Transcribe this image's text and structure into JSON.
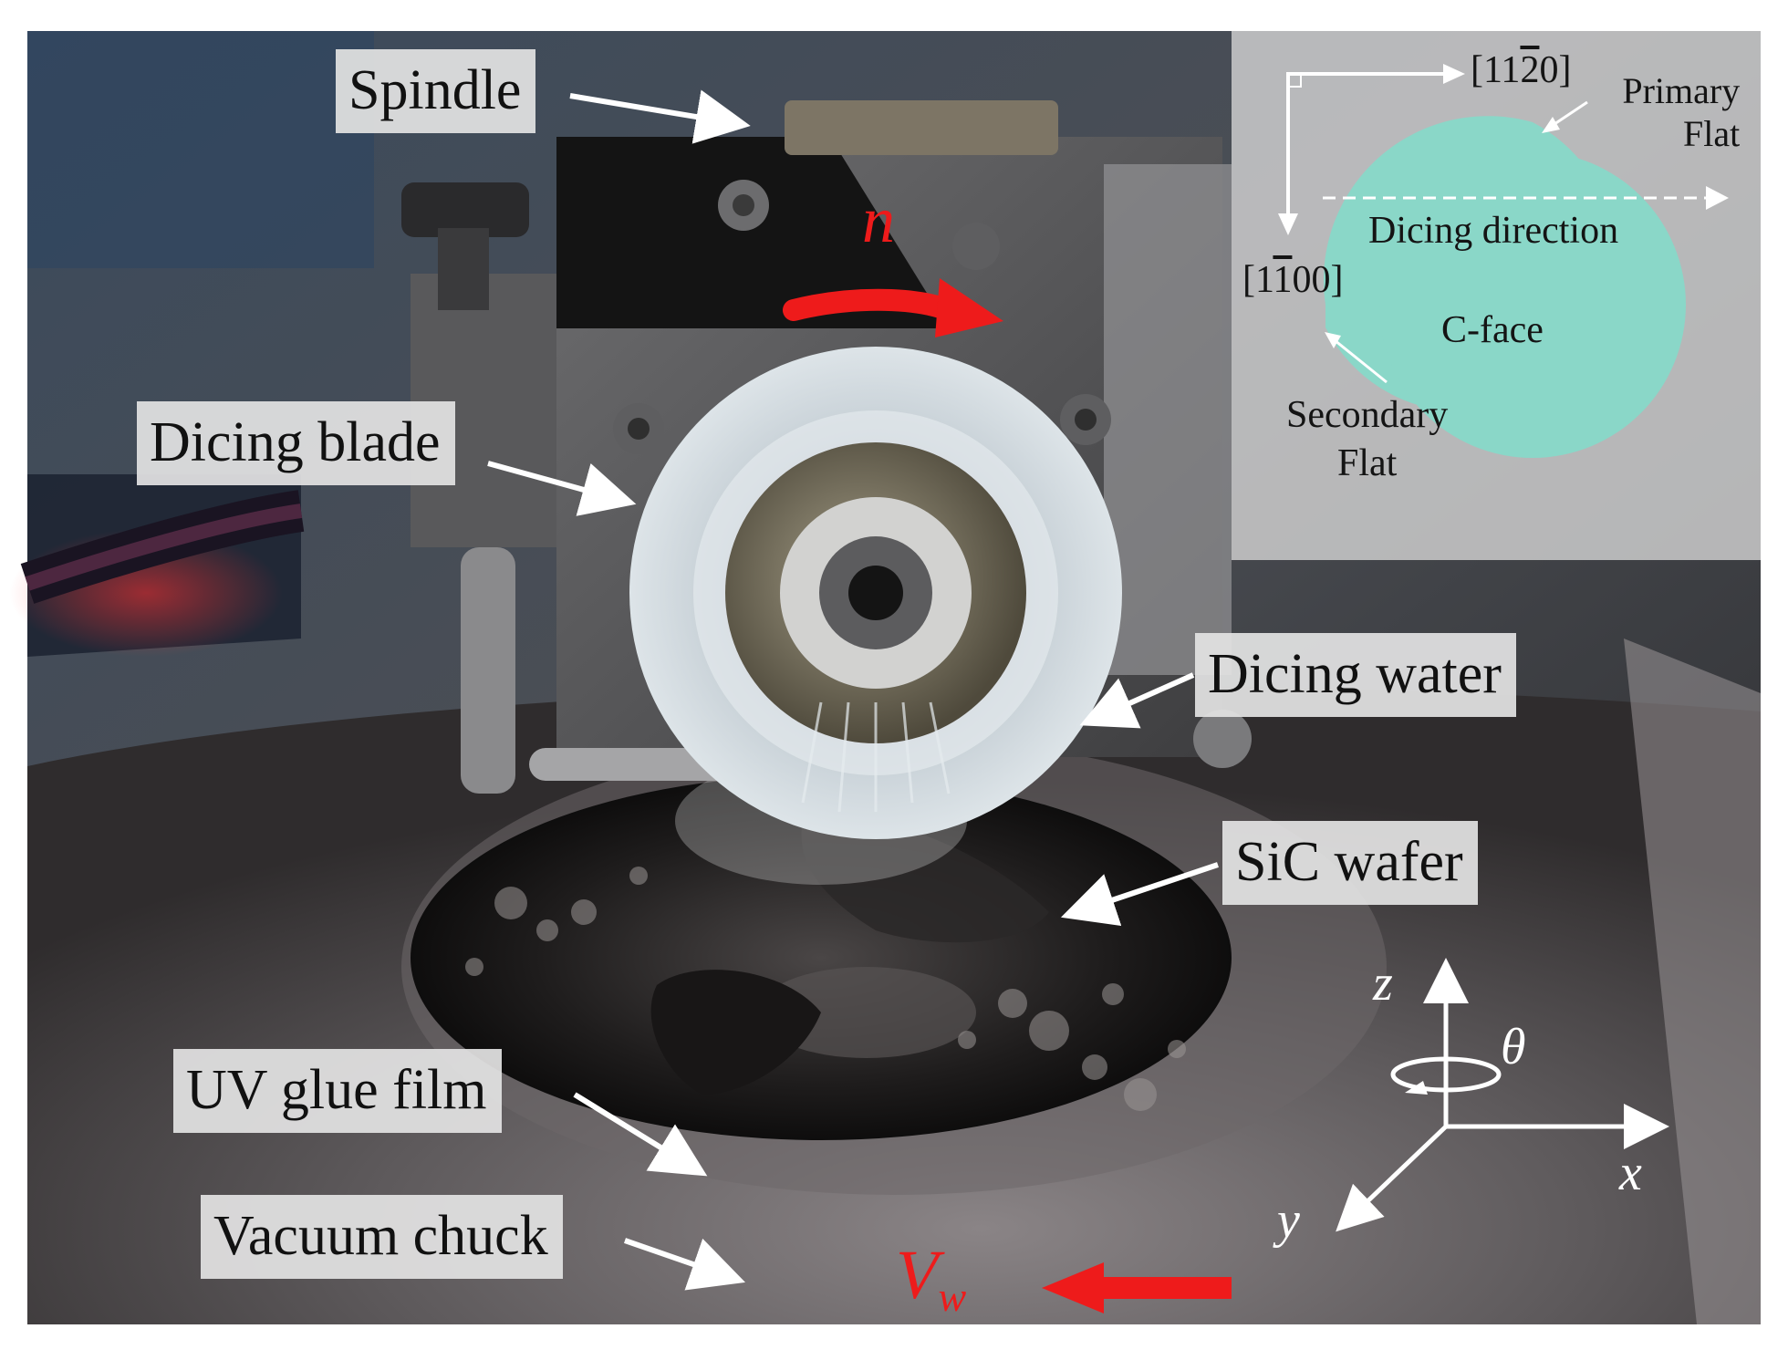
{
  "figure": {
    "labels": {
      "spindle": "Spindle",
      "dicing_blade": "Dicing blade",
      "dicing_water": "Dicing water",
      "sic_wafer": "SiC wafer",
      "uv_glue_film": "UV glue film",
      "vacuum_chuck": "Vacuum chuck"
    },
    "rotation_label": "n",
    "feed_label_main": "V",
    "feed_label_sub": "w",
    "axes": {
      "z": "z",
      "x": "x",
      "y": "y",
      "theta": "θ"
    },
    "inset": {
      "dir_top_pre": "[11",
      "dir_top_bar": "2",
      "dir_top_post": "0]",
      "dir_side_pre": "[1",
      "dir_side_bar": "1",
      "dir_side_post": "00]",
      "primary_flat_1": "Primary",
      "primary_flat_2": "Flat",
      "dicing_direction": "Dicing direction",
      "c_face": "C-face",
      "secondary_flat_1": "Secondary",
      "secondary_flat_2": "Flat",
      "wafer_color": "#8ad7c8"
    },
    "colors": {
      "accent_red": "#ee1b1b",
      "label_bg": "#e2e2e2"
    }
  }
}
